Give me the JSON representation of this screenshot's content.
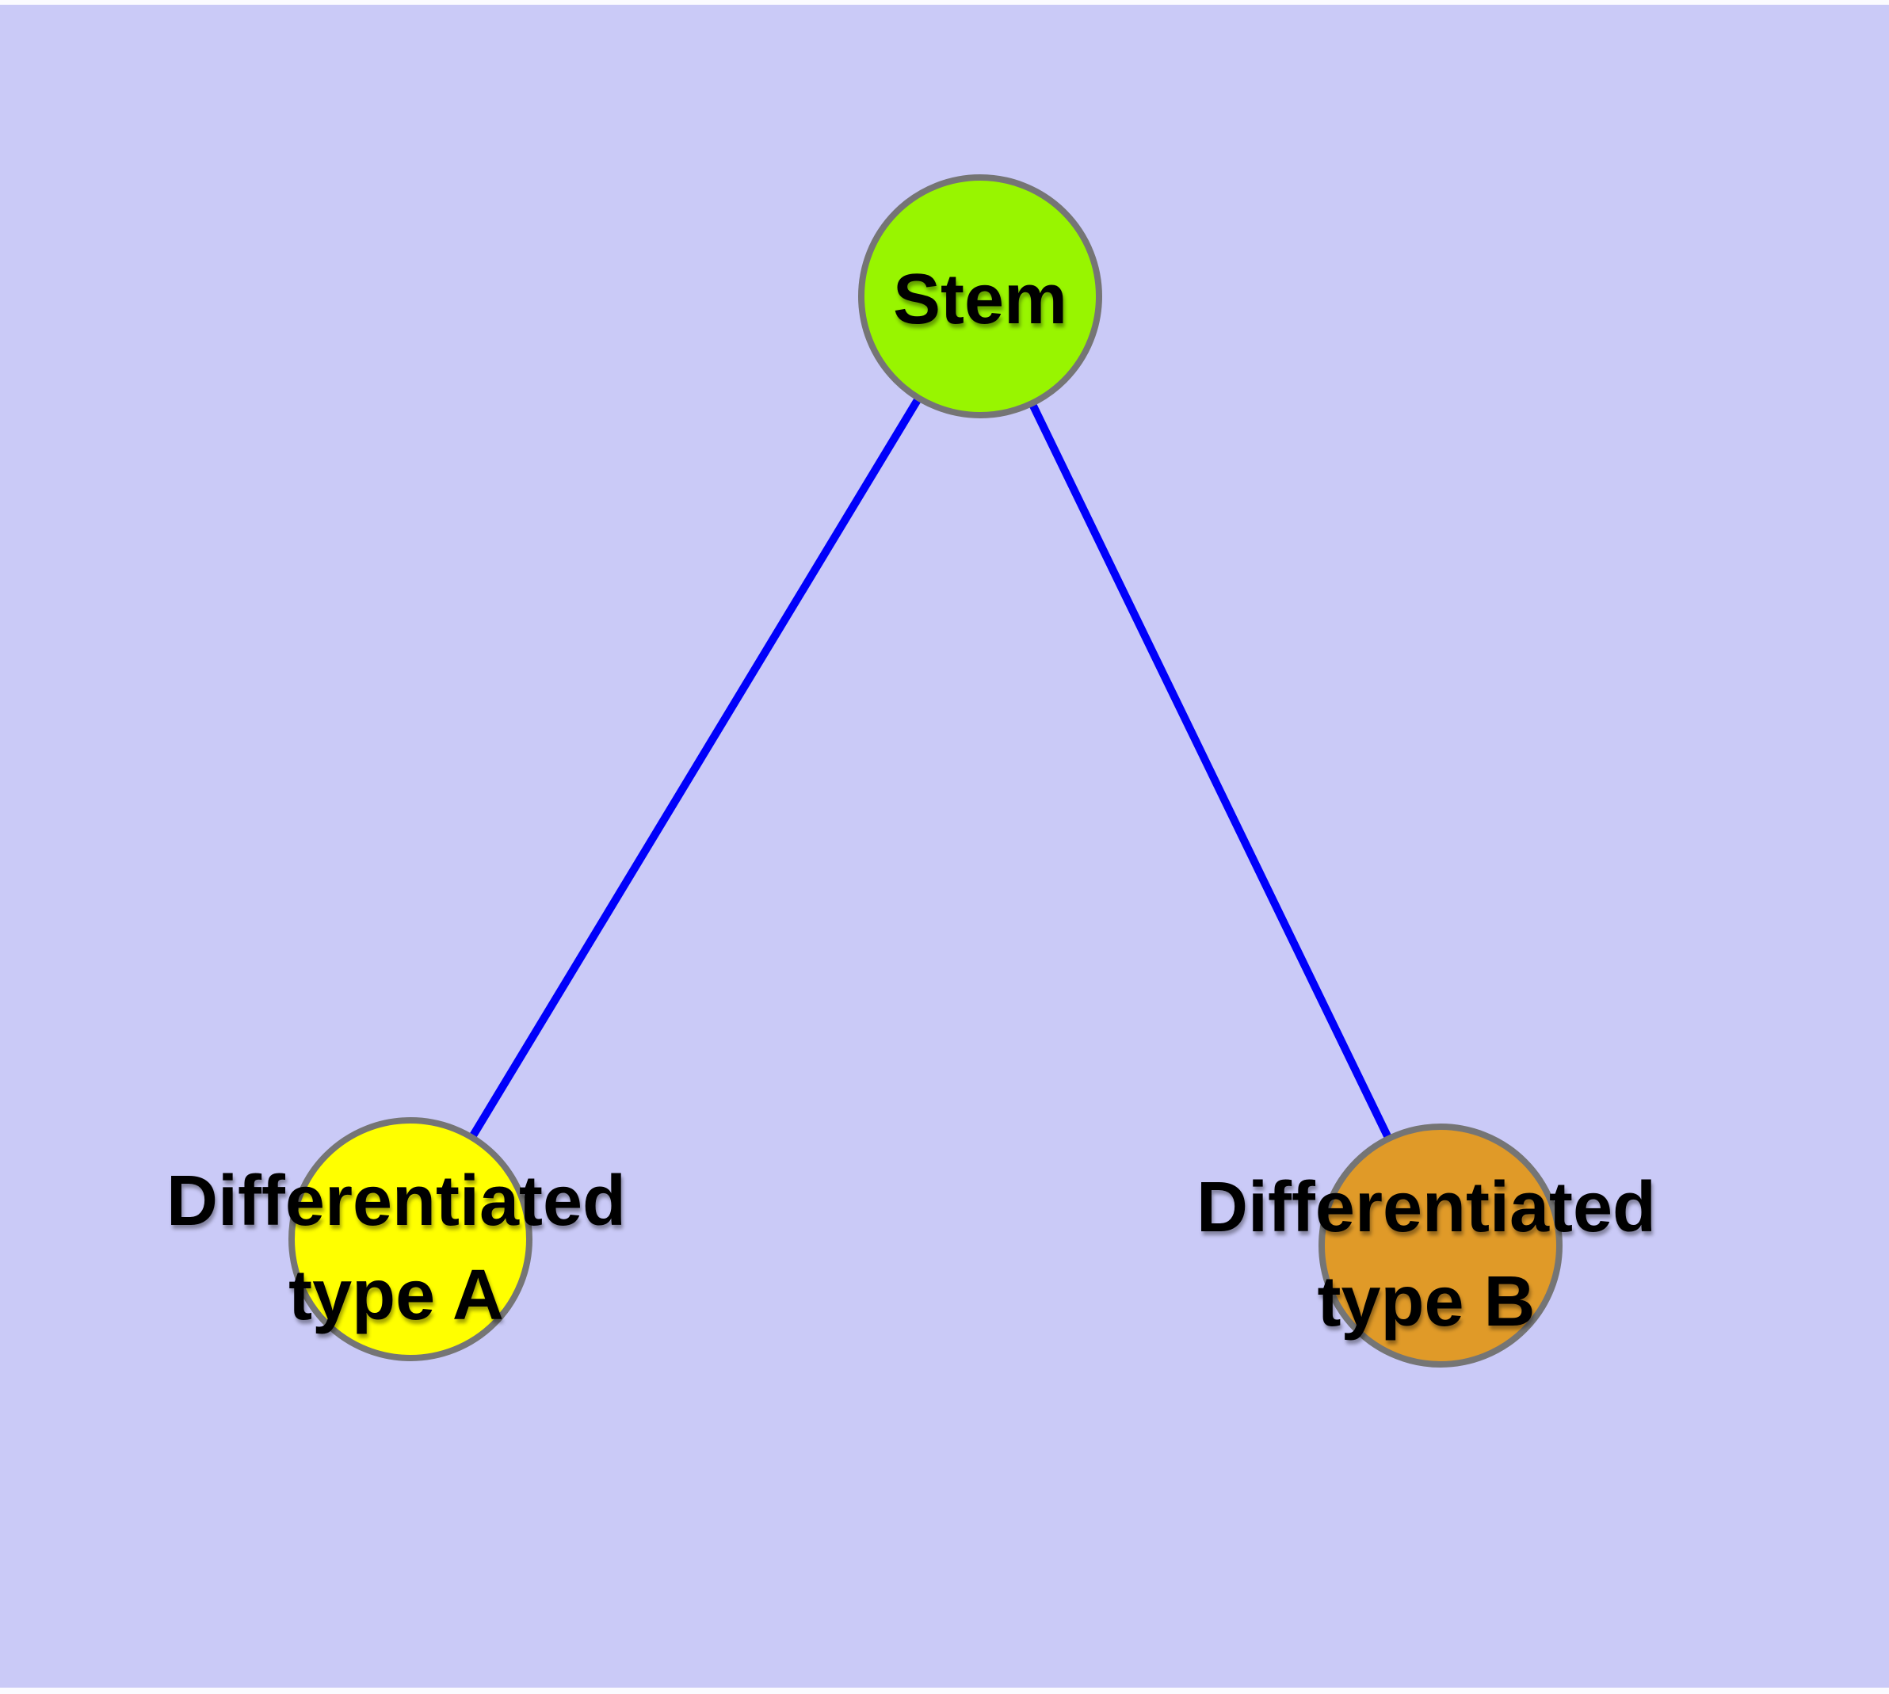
{
  "diagram": {
    "type": "node-link-graph",
    "description": "Cell differentiation hierarchy: a Stem node connected by two edges to two differentiated cell type nodes",
    "nodes": [
      {
        "id": "stem",
        "label": "Stem",
        "label_lines": [
          "Stem"
        ],
        "color": "#98F500",
        "border_color": "#757575",
        "shape": "circle"
      },
      {
        "id": "type-a",
        "label": "Differentiated type A",
        "label_lines": [
          "Differentiated",
          "type A"
        ],
        "color": "#FFFF00",
        "border_color": "#757575",
        "shape": "circle"
      },
      {
        "id": "type-b",
        "label": "Differentiated type B",
        "label_lines": [
          "Differentiated",
          "type B"
        ],
        "color": "#E09A28",
        "border_color": "#757575",
        "shape": "circle"
      }
    ],
    "edges": [
      {
        "from": "stem",
        "to": "type-a",
        "color": "#0000FA"
      },
      {
        "from": "stem",
        "to": "type-b",
        "color": "#0000FA"
      }
    ]
  },
  "colors": {
    "background": "#CACAF7",
    "page_edge": "#FBFBFF",
    "label_text": "#000000"
  }
}
